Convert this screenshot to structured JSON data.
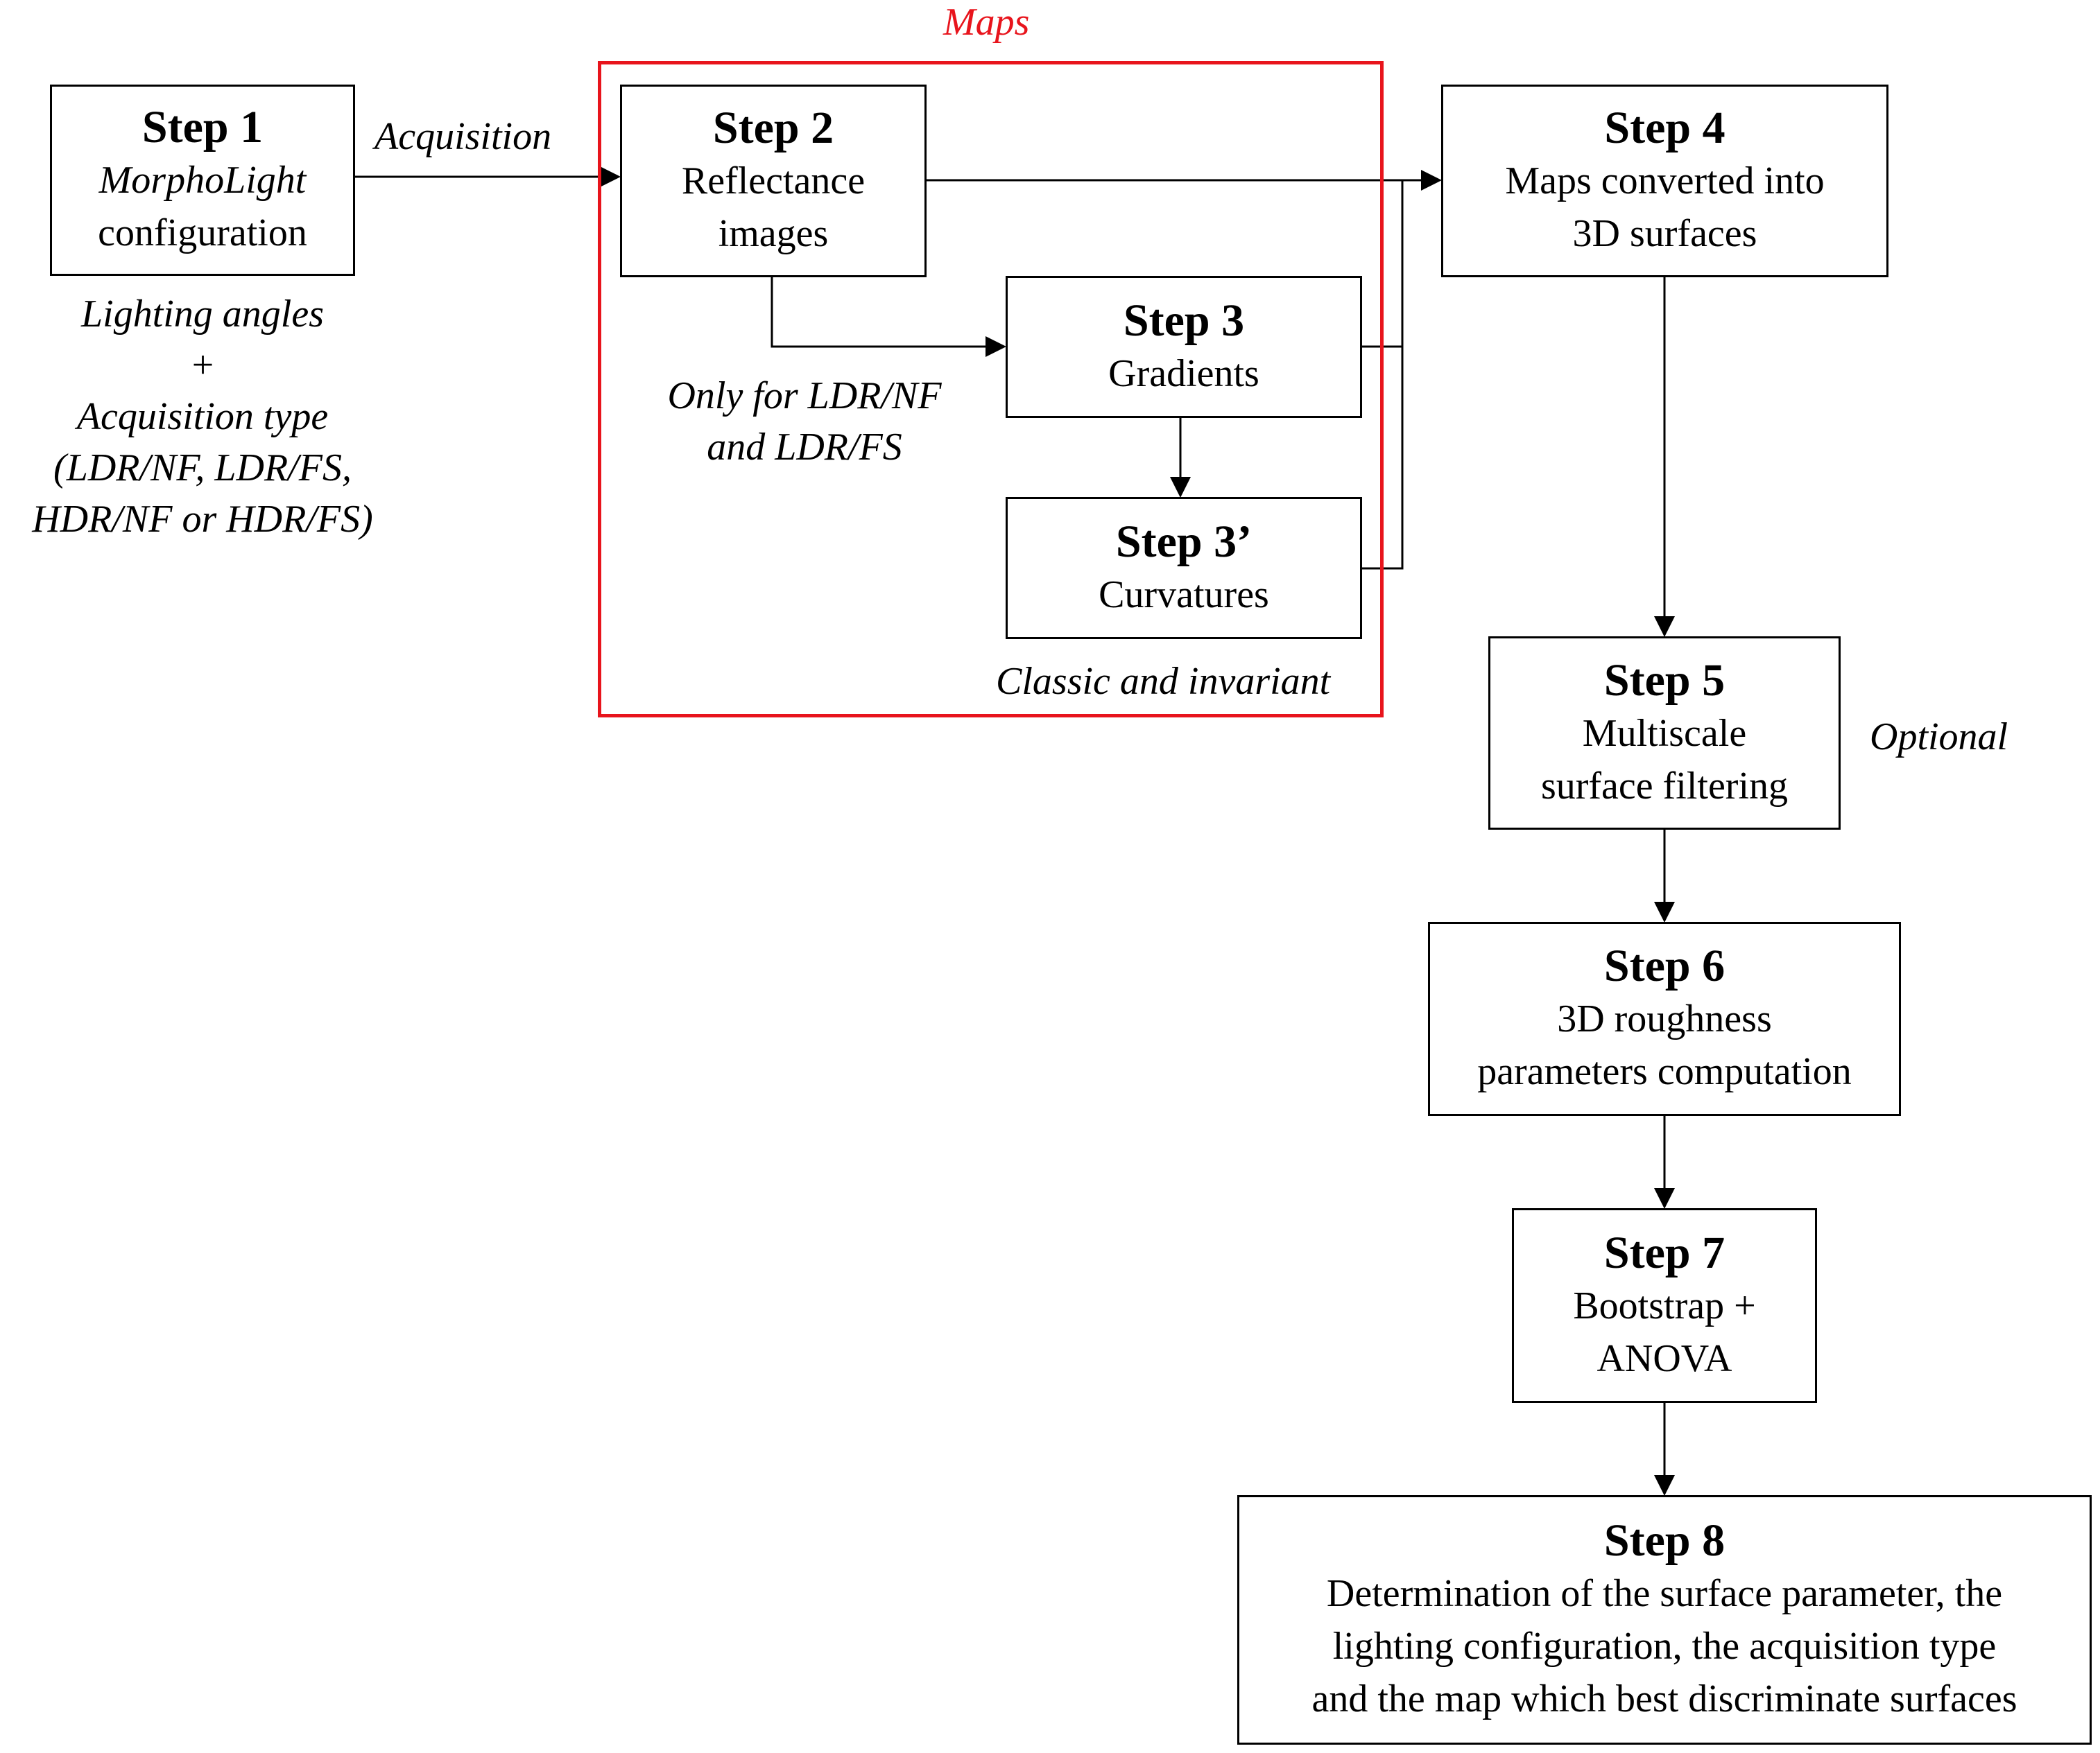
{
  "colors": {
    "stroke": "#000000",
    "group_border": "#e8141c",
    "group_label": "#e8141c"
  },
  "group": {
    "label": "Maps"
  },
  "steps": {
    "step1": {
      "title": "Step 1",
      "line1": "MorphoLight",
      "line2": "configuration"
    },
    "step2": {
      "title": "Step 2",
      "body": "Reflectance\nimages"
    },
    "step3": {
      "title": "Step 3",
      "body": "Gradients"
    },
    "step3p": {
      "title": "Step 3’",
      "body": "Curvatures"
    },
    "step4": {
      "title": "Step 4",
      "body": "Maps converted into\n3D surfaces"
    },
    "step5": {
      "title": "Step 5",
      "body": "Multiscale\nsurface filtering"
    },
    "step6": {
      "title": "Step 6",
      "body": "3D roughness\nparameters computation"
    },
    "step7": {
      "title": "Step 7",
      "body": "Bootstrap +\nANOVA"
    },
    "step8": {
      "title": "Step 8",
      "body": "Determination of the surface parameter, the\nlighting configuration, the acquisition type\nand the map which best discriminate surfaces"
    }
  },
  "notes": {
    "acquisition": "Acquisition",
    "step1_inputs": "Lighting angles\n+\nAcquisition type\n(LDR/NF, LDR/FS,\nHDR/NF or HDR/FS)",
    "only_for": "Only for LDR/NF\nand LDR/FS",
    "classic": "Classic and invariant",
    "optional": "Optional"
  }
}
